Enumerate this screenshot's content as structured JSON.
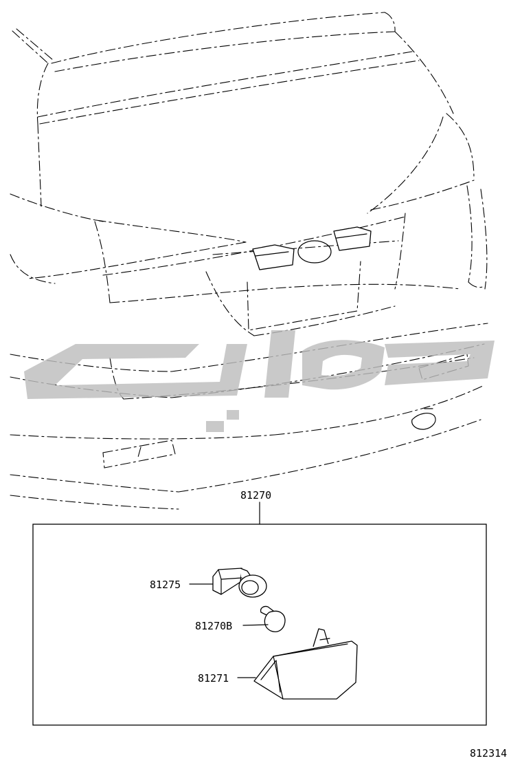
{
  "assembly": {
    "part_number": "81270"
  },
  "parts": [
    {
      "id": "socket",
      "part_number": "81275"
    },
    {
      "id": "bulb",
      "part_number": "81270B"
    },
    {
      "id": "lens",
      "part_number": "81271"
    }
  ],
  "figure_id": "812314"
}
